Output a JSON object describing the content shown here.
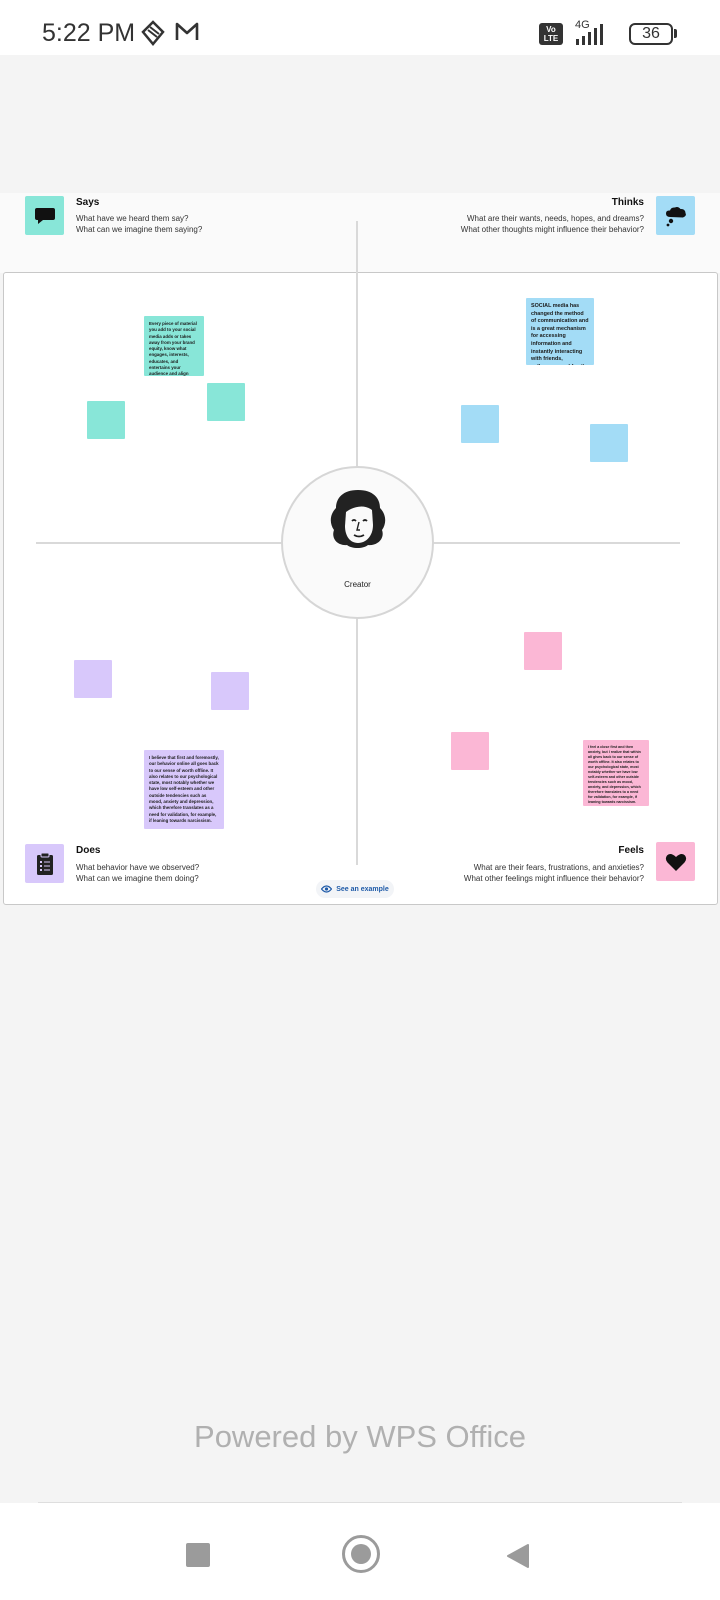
{
  "status_bar": {
    "time": "5:22 PM",
    "volte": "Vo LTE",
    "network": "4G",
    "battery": "36",
    "icons": [
      "vpn-shield-icon",
      "gmail-icon",
      "signal-icon",
      "battery-icon"
    ]
  },
  "empathy_map": {
    "quadrants": {
      "says": {
        "title": "Says",
        "line1": "What have we heard them say?",
        "line2": "What can we imagine them saying?",
        "icon": "speech-bubble-icon",
        "color": "#88e6d8"
      },
      "thinks": {
        "title": "Thinks",
        "line1": "What are their wants, needs, hopes, and dreams?",
        "line2": "What other thoughts might influence their behavior?",
        "icon": "thought-cloud-icon",
        "color": "#a3dcf6"
      },
      "does": {
        "title": "Does",
        "line1": "What behavior have we observed?",
        "line2": "What can we imagine them doing?",
        "icon": "clipboard-icon",
        "color": "#d8c8fb"
      },
      "feels": {
        "title": "Feels",
        "line1": "What are their fears, frustrations, and anxieties?",
        "line2": "What other feelings might influence their behavior?",
        "icon": "heart-icon",
        "color": "#fbb7d5"
      }
    },
    "notes": {
      "says": "Every piece of material you add to your social media adds or takes away from your brand equity, know what engages, interests, educates, and entertains your audience and align your content accordingly.",
      "thinks": "SOCIAL media has changed the method of communication and is a great mechanism for accessing information and instantly interacting with friends, colleagues and family.",
      "does": "I believe that first and foremostly, our behavior online all goes back to our sense of worth offline. It also relates to our psychological state, most notably whether we have low self-esteem and other outside tendencies such as mood, anxiety and depression, which therefore translates as a need for validation, for example, if leaning towards narcissism.",
      "feels": "I feel a close first and then anxiety, but I realize that within all gives back to our sense of worth offline. It also relates to our psychological state, most notably whether we have low self-esteem and other outside tendencies such as mood, anxiety, and depression, which therefore translates to a need for validation, for example, if leaning towards narcissism."
    },
    "center_label": "Creator",
    "example_button": "See an example"
  },
  "footer": {
    "powered_by": "Powered by WPS Office"
  },
  "nav": {
    "icons": [
      "recents-square-icon",
      "home-circle-icon",
      "back-triangle-icon"
    ]
  }
}
